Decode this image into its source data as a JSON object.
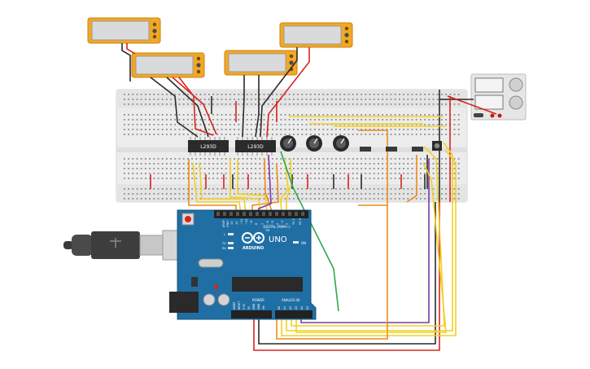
{
  "chips": {
    "left_label": "L293D",
    "right_label": "L293D"
  },
  "arduino": {
    "brand": "ARDUINO",
    "model": "UNO",
    "tm": "TM",
    "on_label": "ON",
    "digital_label": "DIGITAL (PWM~)",
    "power_label": "POWER",
    "analog_label": "ANALOG IN",
    "aref": "AREF",
    "gnd": "GND",
    "l_label": "L",
    "tx_label": "TX",
    "rx_label": "RX",
    "digital_pins": [
      "13",
      "12",
      "~11",
      "~10",
      "~9",
      "8",
      "7",
      "~6",
      "~5",
      "4",
      "~3",
      "2",
      "TX 1",
      "RX 0"
    ],
    "power_pins": [
      "IOREF",
      "RESET",
      "3.3V",
      "5V",
      "GND",
      "GND",
      "Vin"
    ],
    "analog_pins": [
      "A0",
      "A1",
      "A2",
      "A3",
      "A4",
      "A5"
    ]
  },
  "colors": {
    "wire_red": "#d8231f",
    "wire_black": "#2a2a2a",
    "wire_yellow": "#f2d022",
    "wire_orange": "#ef8a1a",
    "wire_green": "#2fa84a",
    "wire_purple": "#7c3aa0",
    "board_blue": "#1f6fa5",
    "breadboard": "#ececec",
    "motor_orange": "#f2a825"
  }
}
